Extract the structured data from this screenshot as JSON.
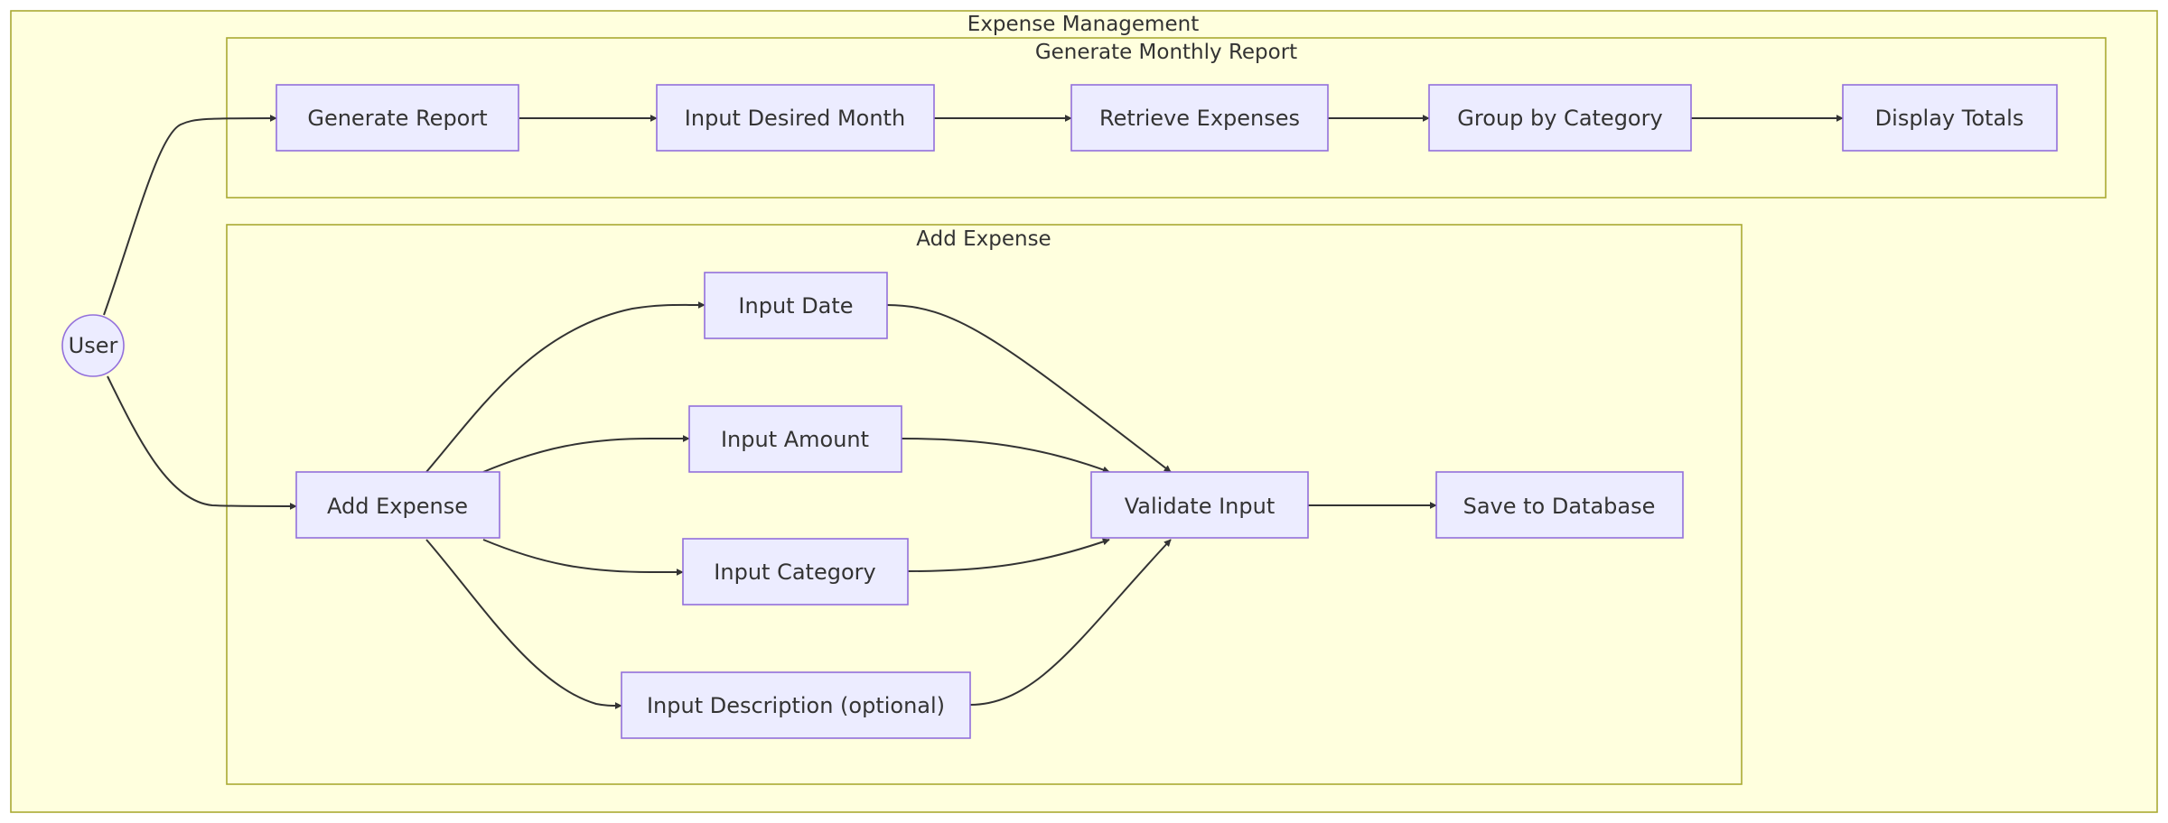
{
  "clusters": {
    "expense_management": "Expense Management",
    "generate_monthly_report": "Generate Monthly Report",
    "add_expense": "Add Expense"
  },
  "nodes": {
    "user": "User",
    "generate_report": "Generate Report",
    "input_desired_month": "Input Desired Month",
    "retrieve_expenses": "Retrieve Expenses",
    "group_by_category": "Group by Category",
    "display_totals": "Display Totals",
    "add_expense": "Add Expense",
    "input_date": "Input Date",
    "input_amount": "Input Amount",
    "input_category": "Input Category",
    "input_description": "Input Description (optional)",
    "validate_input": "Validate Input",
    "save_to_database": "Save to Database"
  },
  "edges": [
    {
      "from": "user",
      "to": "generate_report"
    },
    {
      "from": "user",
      "to": "add_expense"
    },
    {
      "from": "generate_report",
      "to": "input_desired_month"
    },
    {
      "from": "input_desired_month",
      "to": "retrieve_expenses"
    },
    {
      "from": "retrieve_expenses",
      "to": "group_by_category"
    },
    {
      "from": "group_by_category",
      "to": "display_totals"
    },
    {
      "from": "add_expense",
      "to": "input_date"
    },
    {
      "from": "add_expense",
      "to": "input_amount"
    },
    {
      "from": "add_expense",
      "to": "input_category"
    },
    {
      "from": "add_expense",
      "to": "input_description"
    },
    {
      "from": "input_date",
      "to": "validate_input"
    },
    {
      "from": "input_amount",
      "to": "validate_input"
    },
    {
      "from": "input_category",
      "to": "validate_input"
    },
    {
      "from": "input_description",
      "to": "validate_input"
    },
    {
      "from": "validate_input",
      "to": "save_to_database"
    }
  ],
  "colors": {
    "cluster_fill": "#ffffde",
    "cluster_stroke": "#aaaa33",
    "node_fill": "#ececff",
    "node_stroke": "#9370db",
    "edge": "#333333",
    "text": "#333333"
  }
}
